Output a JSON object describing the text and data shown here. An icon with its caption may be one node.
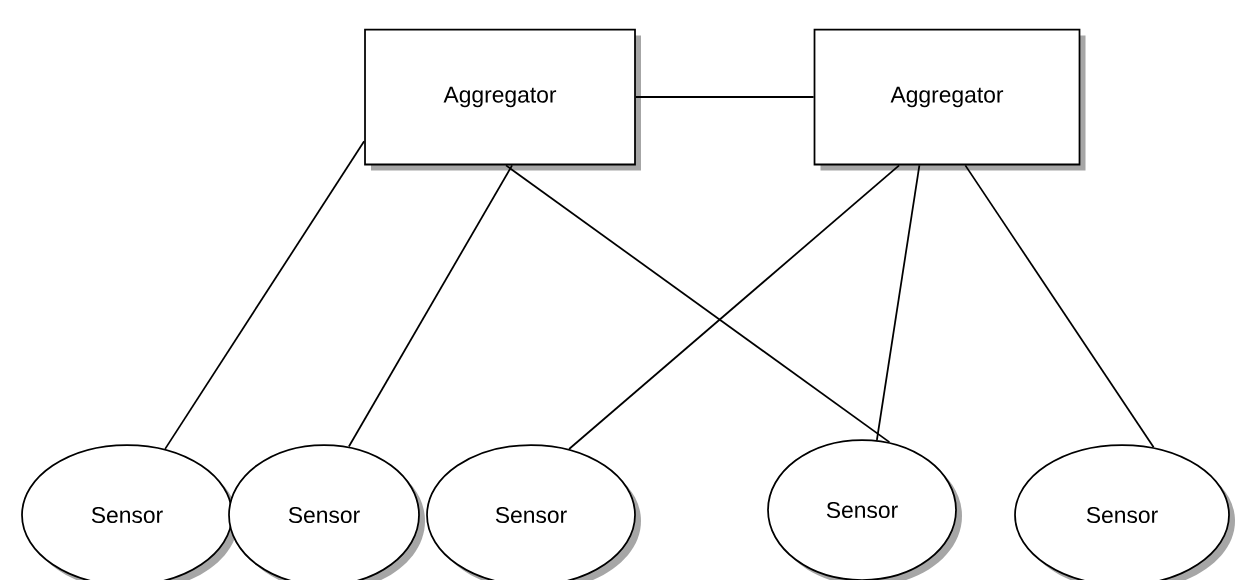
{
  "diagram": {
    "nodes": [
      {
        "text": [
          "Aggregator"
        ]
      },
      {
        "text": [
          "Aggregator"
        ]
      },
      {
        "text": [
          "Sensor"
        ]
      },
      {
        "text": [
          "Sensor"
        ]
      },
      {
        "text": [
          "Sensor"
        ]
      },
      {
        "text": [
          "Sensor"
        ]
      },
      {
        "text": [
          "Sensor"
        ]
      }
    ],
    "edges": [
      {
        "from": 0,
        "to": 1,
        "arrow": "none"
      },
      {
        "from": 0,
        "to": 2,
        "arrow": "none"
      },
      {
        "from": 0,
        "to": 3,
        "arrow": "none"
      },
      {
        "from": 0,
        "to": 5,
        "arrow": "none"
      },
      {
        "from": 1,
        "to": 4,
        "arrow": "none"
      },
      {
        "from": 1,
        "to": 5,
        "arrow": "none"
      },
      {
        "from": 1,
        "to": 6,
        "arrow": "none"
      }
    ]
  }
}
